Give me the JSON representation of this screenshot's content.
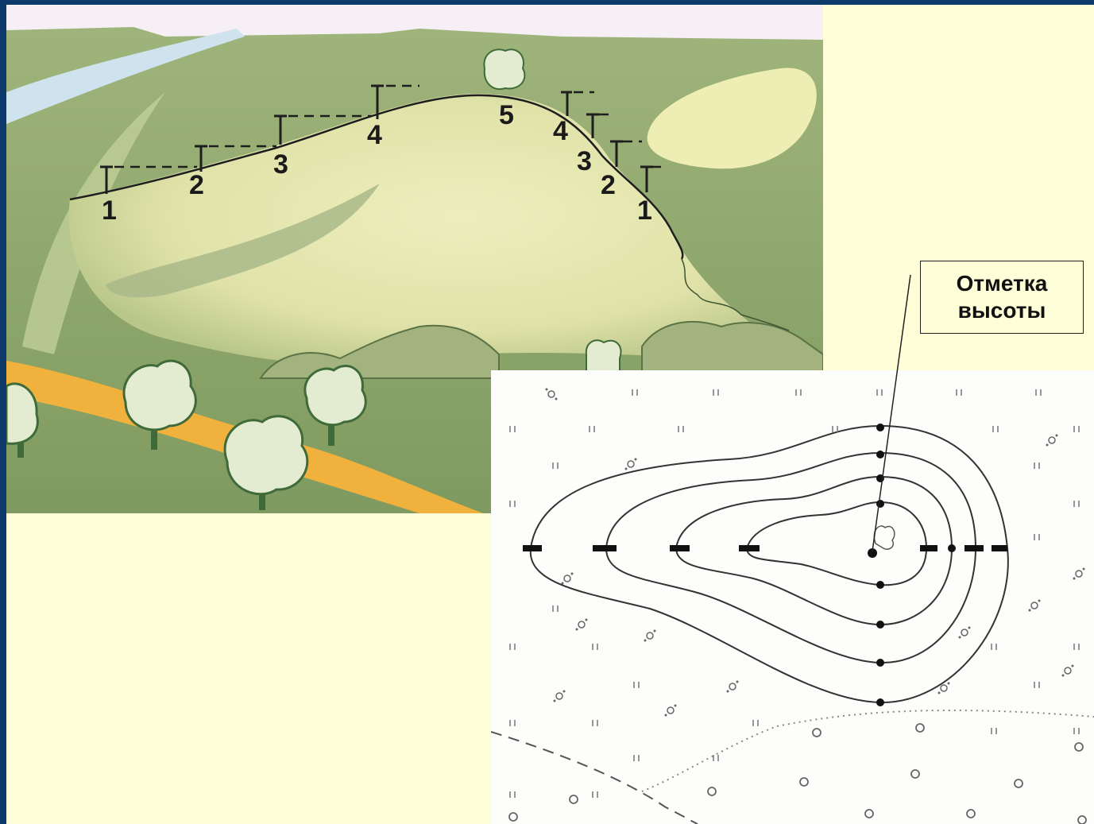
{
  "illustration": {
    "left_side_labels": [
      "1",
      "2",
      "3",
      "4",
      "5"
    ],
    "right_side_labels": [
      "4",
      "3",
      "2",
      "1"
    ]
  },
  "callout": {
    "line1": "Отметка",
    "line2": "высоты"
  },
  "colors": {
    "frame": "#0d3a6b",
    "slide_background": "#fefed8",
    "grass": "#8fa86a",
    "hill": "#e9eab4",
    "road": "#f0b23c",
    "river": "#cfe3ee",
    "map_background": "#fdfdfb",
    "contour_line": "#333333"
  }
}
